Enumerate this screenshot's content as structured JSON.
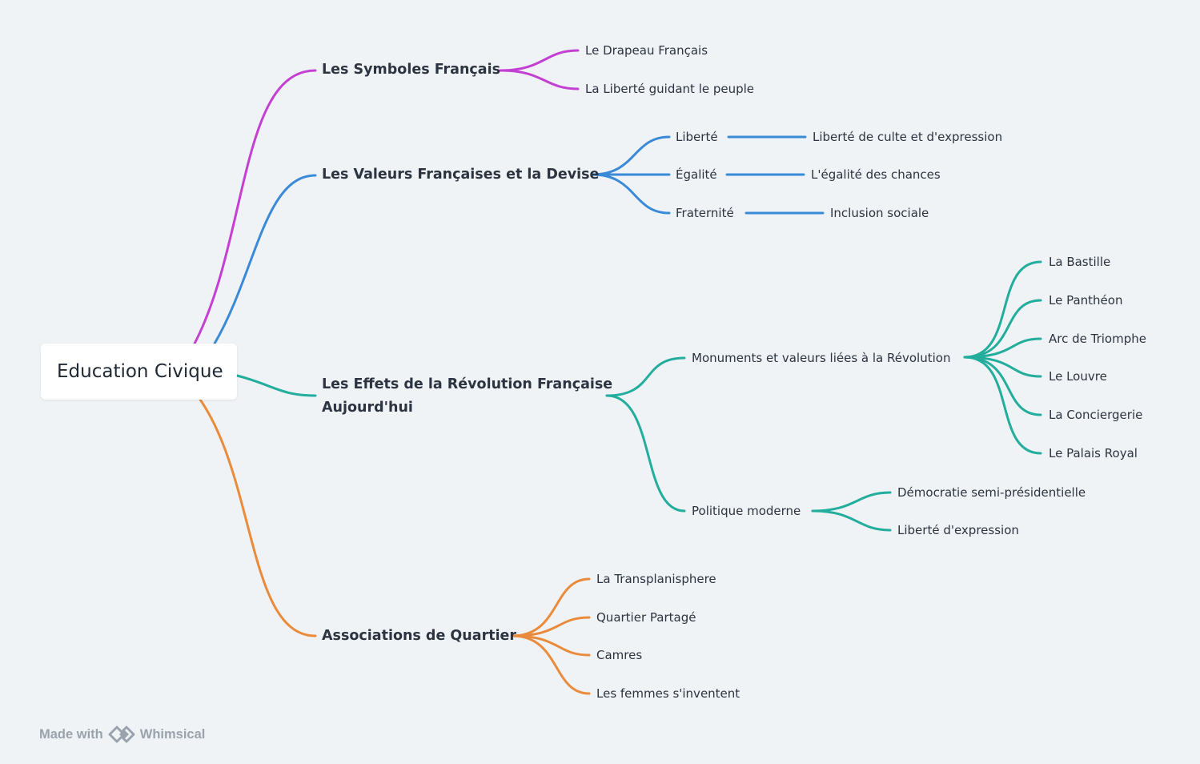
{
  "root": "Education Civique",
  "colors": {
    "symboles": "#c440d2",
    "valeurs": "#3a8ad8",
    "effets": "#22ad9c",
    "associations": "#ea8b3c"
  },
  "branches": {
    "symboles": {
      "label": "Les Symboles Français",
      "children": [
        "Le Drapeau Français",
        "La Liberté guidant le peuple"
      ]
    },
    "valeurs": {
      "label": "Les Valeurs Françaises et la Devise",
      "children": [
        {
          "label": "Liberté",
          "child": "Liberté de culte et d'expression"
        },
        {
          "label": "Égalité",
          "child": "L'égalité des chances"
        },
        {
          "label": "Fraternité",
          "child": "Inclusion sociale"
        }
      ]
    },
    "effets": {
      "label_line1": "Les Effets de la Révolution Française",
      "label_line2": "Aujourd'hui",
      "monuments": {
        "label": "Monuments et valeurs liées à la Révolution",
        "children": [
          "La Bastille",
          "Le Panthéon",
          "Arc de Triomphe",
          "Le Louvre",
          "La Conciergerie",
          "Le Palais Royal"
        ]
      },
      "politique": {
        "label": "Politique moderne",
        "children": [
          "Démocratie semi-présidentielle",
          "Liberté d'expression"
        ]
      }
    },
    "associations": {
      "label": "Associations de Quartier",
      "children": [
        "La Transplanisphere",
        "Quartier Partagé",
        "Camres",
        "Les femmes s'inventent"
      ]
    }
  },
  "footer": {
    "made_with": "Made with",
    "brand": "Whimsical"
  }
}
